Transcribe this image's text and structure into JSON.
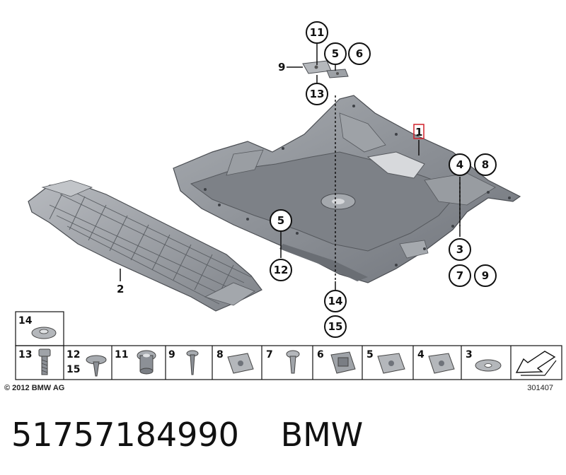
{
  "main_callouts": [
    {
      "id": "c11a",
      "label": "11"
    },
    {
      "id": "c5a",
      "label": "5"
    },
    {
      "id": "c6a",
      "label": "6"
    },
    {
      "id": "c13a",
      "label": "13"
    },
    {
      "id": "c4a",
      "label": "4"
    },
    {
      "id": "c8a",
      "label": "8"
    },
    {
      "id": "c5b",
      "label": "5"
    },
    {
      "id": "c12a",
      "label": "12"
    },
    {
      "id": "c3a",
      "label": "3"
    },
    {
      "id": "c7a",
      "label": "7"
    },
    {
      "id": "c9a",
      "label": "9"
    },
    {
      "id": "c14a",
      "label": "14"
    },
    {
      "id": "c15a",
      "label": "15"
    }
  ],
  "plain_labels": {
    "nine": "9",
    "two": "2",
    "one": "1"
  },
  "parts_strip": {
    "top_cell": "14",
    "cells": [
      {
        "labels": [
          "13"
        ]
      },
      {
        "labels": [
          "12",
          "15"
        ]
      },
      {
        "labels": [
          "11"
        ]
      },
      {
        "labels": [
          "9"
        ]
      },
      {
        "labels": [
          "8"
        ]
      },
      {
        "labels": [
          "7"
        ]
      },
      {
        "labels": [
          "6"
        ]
      },
      {
        "labels": [
          "5"
        ]
      },
      {
        "labels": [
          "4"
        ]
      },
      {
        "labels": [
          "3"
        ]
      }
    ]
  },
  "footer": {
    "copyright": "© 2012 BMW AG",
    "diagram_number": "301407"
  },
  "part_number": "51757184990",
  "brand": "BMW",
  "colors": {
    "part_fill": "#8f9399",
    "part_dark": "#6d7178",
    "part_light": "#b9bcc1",
    "highlight_box": "#d0202a"
  }
}
